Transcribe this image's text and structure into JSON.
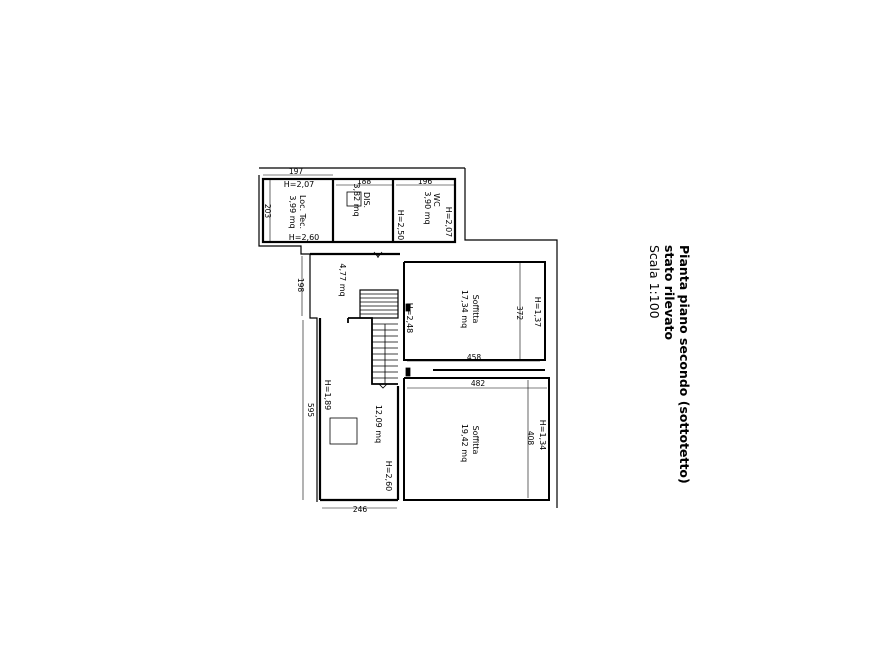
{
  "title": {
    "line1": "Pianta piano secondo (sottotetto)",
    "line2": "stato rilevato",
    "line3": "Scala 1:100"
  },
  "dimensions": {
    "d197": "197",
    "d203": "203",
    "d188": "188",
    "d196": "196",
    "d198": "198",
    "d372": "372",
    "d458": "458",
    "d482": "482",
    "d408": "408",
    "d595": "595",
    "d246": "246"
  },
  "rooms": {
    "loc_tec": {
      "name": "Loc. Tec.",
      "area": "3,99 mq",
      "h1": "H=2,07",
      "h2": "H=2,60"
    },
    "dis": {
      "name": "DIS.",
      "area": "3,82 mq",
      "h": "H=2,50"
    },
    "wc": {
      "name": "WC",
      "area": "3,90 mq",
      "h": "H=2,07"
    },
    "landing": {
      "area": "4,77 mq",
      "h": "H=2,48"
    },
    "soffitta1": {
      "name": "Soffitta",
      "area": "17,34 mq",
      "h": "H=1,37"
    },
    "soffitta2": {
      "name": "Soffitta",
      "area": "19,42 mq",
      "h": "H=1,34"
    },
    "large": {
      "area": "12,09 mq",
      "h1": "H=1,89",
      "h2": "H=2,60"
    }
  }
}
